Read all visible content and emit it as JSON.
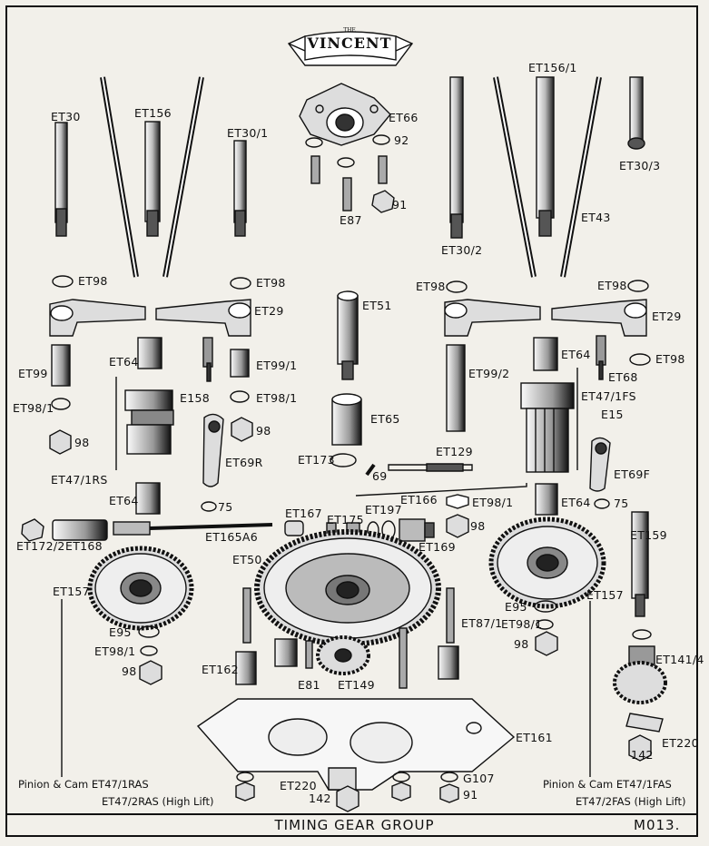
{
  "logo": {
    "small": "THE",
    "text": "VINCENT"
  },
  "title": "TIMING GEAR GROUP",
  "sheet_no": "M013.",
  "labels": {
    "ET30": "ET30",
    "ET156": "ET156",
    "ET30_1": "ET30/1",
    "ET66": "ET66",
    "n92": "92",
    "E87": "E87",
    "n91a": "91",
    "ET156_1": "ET156/1",
    "ET30_3": "ET30/3",
    "ET43": "ET43",
    "ET30_2": "ET30/2",
    "ET98a": "ET98",
    "ET98b": "ET98",
    "ET29a": "ET29",
    "ET51": "ET51",
    "ET98c": "ET98",
    "ET98d": "ET98",
    "ET29b": "ET29",
    "ET99": "ET99",
    "ET64a": "ET64",
    "ET99_1": "ET99/1",
    "ET98_1a": "ET98/1",
    "ET98_1b": "ET98/1",
    "E158": "E158",
    "n98a": "98",
    "ET99_2": "ET99/2",
    "ET64b": "ET64",
    "ET68": "ET68",
    "ET98e": "ET98",
    "ET47_1FS": "ET47/1FS",
    "E15": "E15",
    "ET65": "ET65",
    "ET69R": "ET69R",
    "ET47_1RS": "ET47/1RS",
    "ET173": "ET173",
    "n69": "69",
    "ET129": "ET129",
    "ET69F": "ET69F",
    "ET64c": "ET64",
    "n75a": "75",
    "ET166": "ET166",
    "ET98_1c": "ET98/1",
    "ET64d": "ET64",
    "n75b": "75",
    "ET167": "ET167",
    "ET175": "ET175",
    "ET197": "ET197",
    "n98b": "98",
    "ET172_2": "ET172/2",
    "ET168": "ET168",
    "ET165A6": "ET165A6",
    "ET169": "ET169",
    "ET50": "ET50",
    "ET159": "ET159",
    "ET157a": "ET157",
    "ET157b": "ET157",
    "E95a": "E95",
    "E95b": "E95",
    "ET98_1d": "ET98/1",
    "ET98_1e": "ET98/1",
    "n98c": "98",
    "n98d": "98",
    "ET87_1": "ET87/1",
    "ET162": "ET162",
    "E81": "E81",
    "ET149": "ET149",
    "ET141_4": "ET141/4",
    "ET161": "ET161",
    "ET220a": "ET220",
    "ET220b": "ET220",
    "n142a": "142",
    "n142b": "142",
    "G107": "G107",
    "n91b": "91"
  },
  "notes": {
    "left_line1": "Pinion & Cam  ET47/1RAS",
    "left_line2": "ET47/2RAS (High Lift)",
    "right_line1": "Pinion & Cam  ET47/1FAS",
    "right_line2": "ET47/2FAS (High Lift)"
  }
}
